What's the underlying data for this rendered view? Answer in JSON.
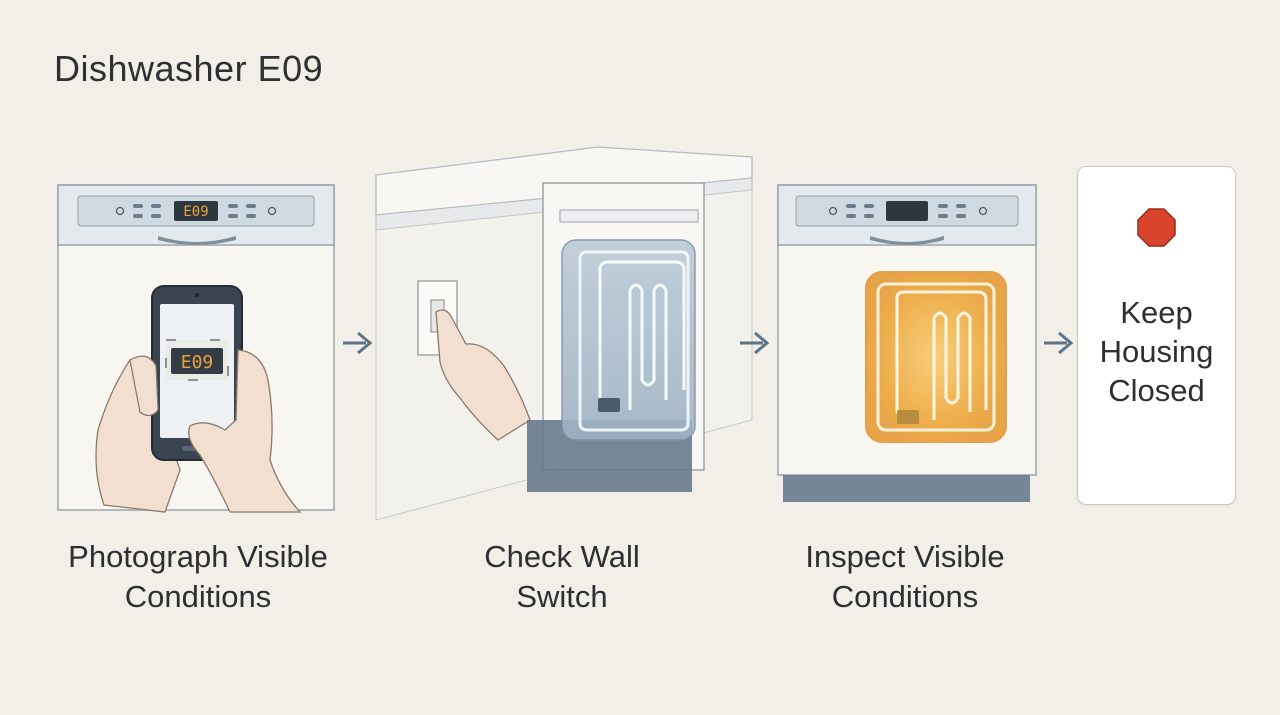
{
  "title": "Dishwasher E09",
  "steps": [
    {
      "line1": "Photograph Visible",
      "line2": "Conditions",
      "display_code": "E09",
      "phone_code": "E09"
    },
    {
      "line1": "Check Wall",
      "line2": "Switch"
    },
    {
      "line1": "Inspect Visible",
      "line2": "Conditions"
    }
  ],
  "final": {
    "sign": "STOP",
    "line1": "Keep",
    "line2": "Housing",
    "line3": "Closed"
  },
  "icons": [
    "arrow-right-icon",
    "stop-sign-icon",
    "phone-icon",
    "hand-icon",
    "heating-element-icon"
  ],
  "colors": {
    "background": "#f1efe7",
    "appliance_panel": "#d5dde3",
    "display_amber": "#e8a53a",
    "heating_glow": "#f0b24a",
    "stop_red": "#d9442e",
    "arrow": "#5f7387"
  }
}
